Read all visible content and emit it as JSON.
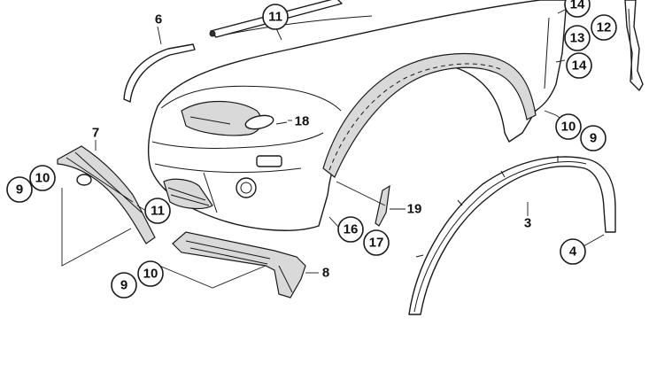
{
  "diagram": {
    "callouts": {
      "c11_top": "11",
      "c14_a": "14",
      "c13": "13",
      "c12": "12",
      "c14_b": "14",
      "c10_right": "10",
      "c9_right": "9",
      "c10_left": "10",
      "c9_left": "9",
      "c11_left": "11",
      "c16": "16",
      "c17": "17",
      "c10_bottom": "10",
      "c9_bottom": "9",
      "c4": "4"
    },
    "labels": {
      "l6": "6",
      "l7": "7",
      "l18": "18",
      "l19": "19",
      "l3": "3",
      "l8": "8"
    }
  }
}
